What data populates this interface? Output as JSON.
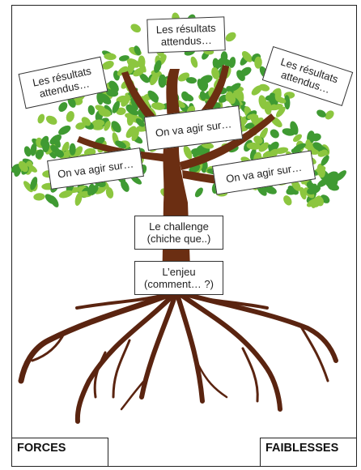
{
  "cards": {
    "results_top": "Les résultats\nattendus…",
    "results_left": "Les résultats\nattendus…",
    "results_right": "Les résultats\nattendus…",
    "act_center": "On va agir sur…",
    "act_left": "On va agir sur…",
    "act_right": "On va agir sur…",
    "challenge": "Le challenge\n(chiche que..)",
    "enjeu": "L’enjeu\n(comment… ?)"
  },
  "corners": {
    "forces": "FORCES",
    "faiblesses": "FAIBLESSES"
  },
  "colors": {
    "trunk": "#6b2e12",
    "leaf_dark": "#3f9a32",
    "leaf_light": "#8cc63f",
    "root": "#5a2410"
  }
}
